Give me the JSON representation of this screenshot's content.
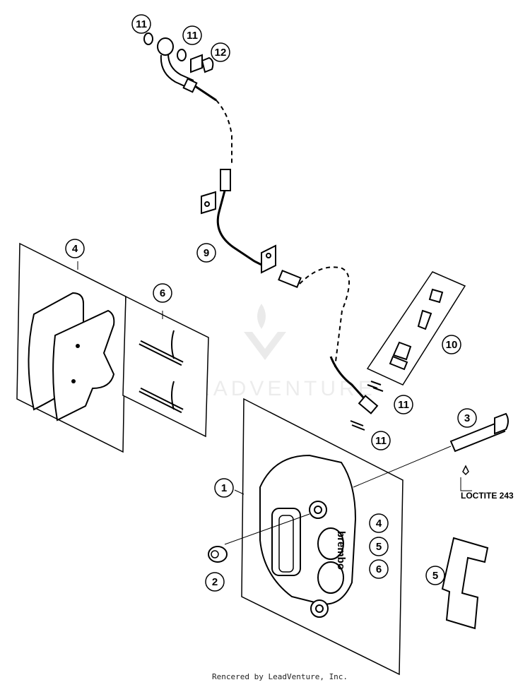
{
  "callouts": {
    "c1": "1",
    "c2": "2",
    "c3": "3",
    "c4a": "4",
    "c4b": "4",
    "c5a": "5",
    "c5b": "5",
    "c6a": "6",
    "c6b": "6",
    "c9": "9",
    "c10": "10",
    "c11a": "11",
    "c11b": "11",
    "c11c": "11",
    "c11d": "11",
    "c12": "12"
  },
  "loctite_label": "LOCTITE 243",
  "caliper_brand": "brembo",
  "watermark": "LEADVENTURE",
  "credit": "Rencered by LeadVenture, Inc."
}
